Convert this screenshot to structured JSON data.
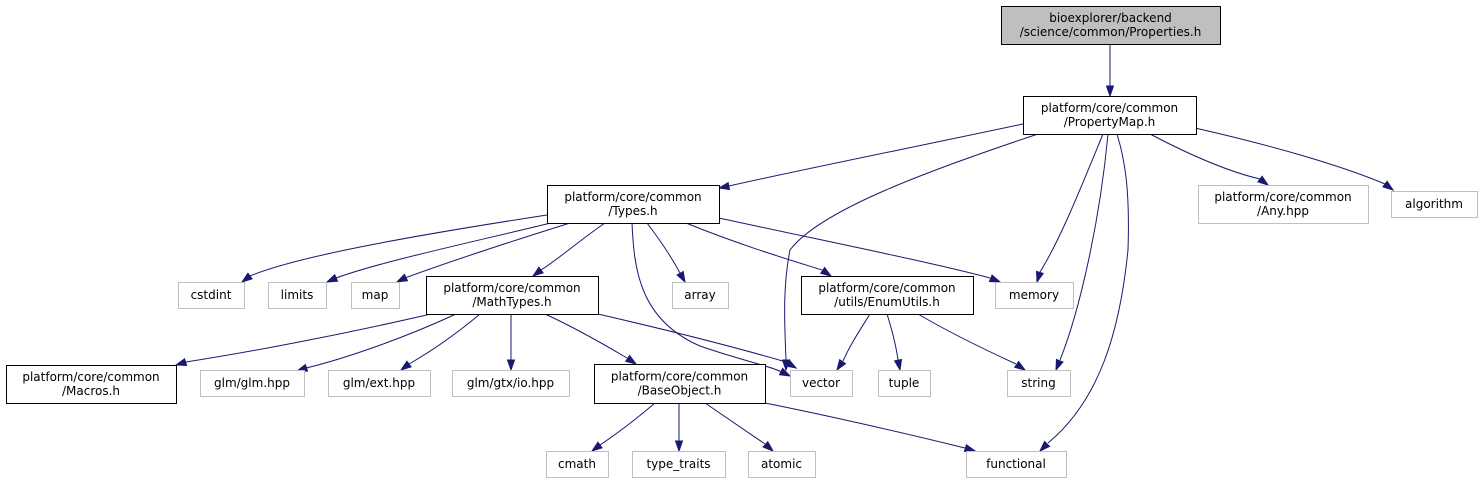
{
  "nodes": {
    "properties_h": [
      "bioexplorer/backend",
      "/science/common/Properties.h"
    ],
    "propertymap_h": [
      "platform/core/common",
      "/PropertyMap.h"
    ],
    "types_h": [
      "platform/core/common",
      "/Types.h"
    ],
    "any_hpp": [
      "platform/core/common",
      "/Any.hpp"
    ],
    "algorithm": [
      "algorithm"
    ],
    "cstdint": [
      "cstdint"
    ],
    "limits": [
      "limits"
    ],
    "map": [
      "map"
    ],
    "mathtypes_h": [
      "platform/core/common",
      "/MathTypes.h"
    ],
    "array": [
      "array"
    ],
    "enumutils_h": [
      "platform/core/common",
      "/utils/EnumUtils.h"
    ],
    "memory": [
      "memory"
    ],
    "macros_h": [
      "platform/core/common",
      "/Macros.h"
    ],
    "glm_hpp": [
      "glm/glm.hpp"
    ],
    "ext_hpp": [
      "glm/ext.hpp"
    ],
    "io_hpp": [
      "glm/gtx/io.hpp"
    ],
    "baseobject_h": [
      "platform/core/common",
      "/BaseObject.h"
    ],
    "vector": [
      "vector"
    ],
    "tuple": [
      "tuple"
    ],
    "string": [
      "string"
    ],
    "cmath": [
      "cmath"
    ],
    "type_traits": [
      "type_traits"
    ],
    "atomic": [
      "atomic"
    ],
    "functional": [
      "functional"
    ]
  }
}
